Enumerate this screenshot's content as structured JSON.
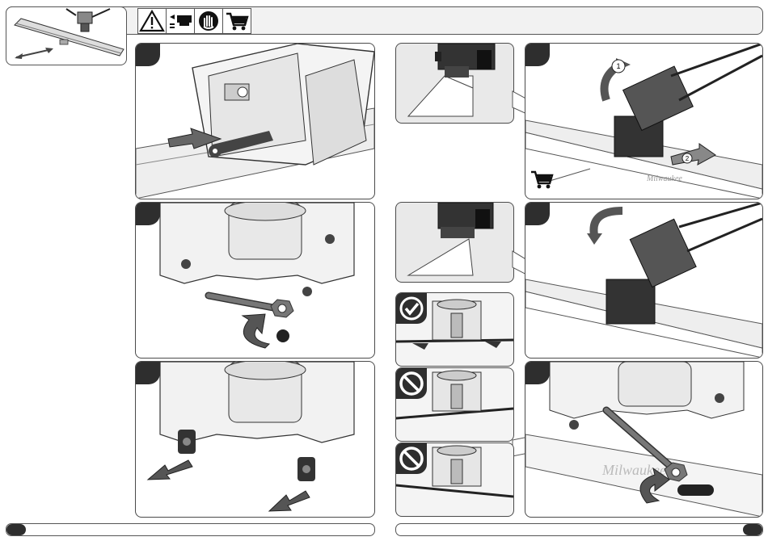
{
  "header": {
    "icons": [
      "warning-icon",
      "battery-remove-icon",
      "glove-icon",
      "cart-icon"
    ]
  },
  "overview": {
    "icon": "tool-overview-icon"
  },
  "left_column_steps": [
    {
      "icon": "wrench-lift-icon"
    },
    {
      "icon": "wrench-rotate-icon"
    },
    {
      "icon": "pads-remove-icon"
    }
  ],
  "right_column": {
    "detail_icons": [
      "screed-close-up-icon",
      "screed-close-up-icon"
    ],
    "steps": [
      {
        "icon": "tilt-tool-icon",
        "rotate_badges": [
          "1",
          "2"
        ]
      },
      {
        "icon": "lower-tool-icon"
      },
      {
        "icon": "tighten-bolt-icon"
      }
    ],
    "checks": [
      {
        "icon": "check-icon"
      },
      {
        "icon": "prohibited-icon"
      },
      {
        "icon": "prohibited-icon"
      }
    ]
  },
  "brand_text": "Milwaukee",
  "colors": {
    "ink": "#2e2e2e",
    "panel_bg": "#f2f2f2",
    "arrow": "#555555"
  }
}
